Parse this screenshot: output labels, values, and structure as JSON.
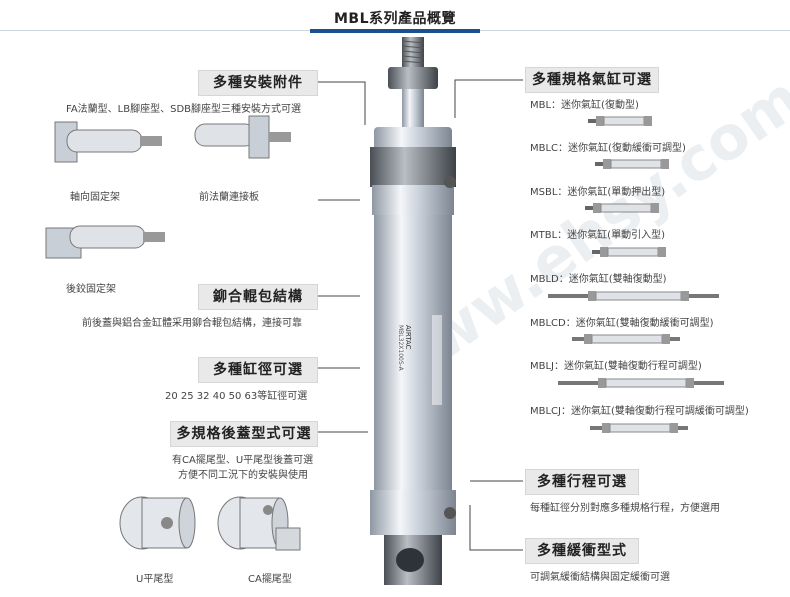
{
  "header": {
    "title": "MBL系列產品概覽"
  },
  "left": {
    "mount": {
      "label": "多種安裝附件",
      "desc": "FA法蘭型、LB腳座型、SDB腳座型三種安裝方式可選",
      "captions": [
        "軸向固定架",
        "前法蘭連接板",
        "後鉸固定架"
      ]
    },
    "crimp": {
      "label": "鉚合輥包結構",
      "desc": "前後蓋與鋁合金缸體采用鉚合輥包結構，連接可靠"
    },
    "bore": {
      "label": "多種缸徑可選",
      "desc": "20 25 32 40 50 63等缸徑可選"
    },
    "rearcover": {
      "label": "多規格後蓋型式可選",
      "desc": [
        "有CA擺尾型、U平尾型後蓋可選",
        "方便不同工況下的安裝與使用"
      ],
      "captions": [
        "U平尾型",
        "CA擺尾型"
      ]
    }
  },
  "right": {
    "models_label": "多種規格氣缸可選",
    "models": [
      "MBL：迷你氣缸(復動型)",
      "MBLC：迷你氣缸(復動緩衝可調型)",
      "MSBL：迷你氣缸(單動押出型)",
      "MTBL：迷你氣缸(單動引入型)",
      "MBLD：迷你氣缸(雙軸復動型)",
      "MBLCD：迷你氣缸(雙軸復動緩衝可調型)",
      "MBLJ：迷你氣缸(雙軸復動行程可調型)",
      "MBLCJ：迷你氣缸(雙軸復動行程可調緩衝可調型)"
    ],
    "stroke": {
      "label": "多種行程可選",
      "desc": "每種缸徑分別對應多種規格行程，方便選用"
    },
    "cushion": {
      "label": "多種緩衝型式",
      "desc": "可調氣緩衝結構與固定緩衝可選"
    }
  },
  "cylinder": {
    "brand": "AIRTAC",
    "model": "MBL32X100S-A"
  },
  "watermark": "www.ehsy.com"
}
